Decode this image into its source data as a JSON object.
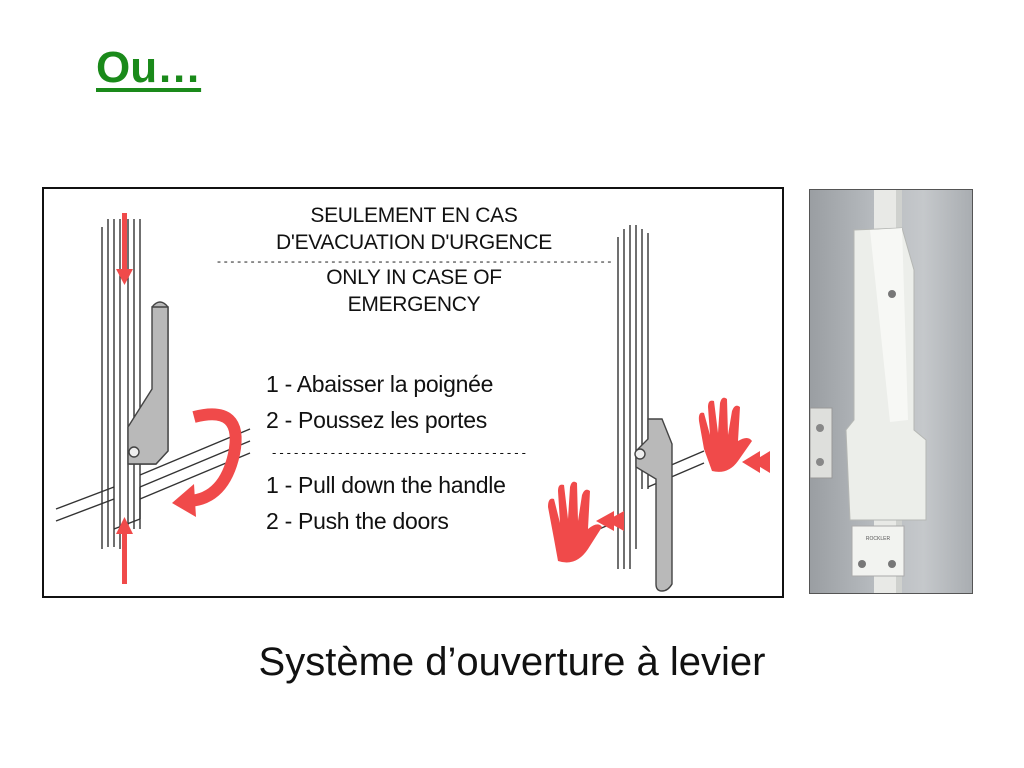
{
  "slide": {
    "title": "Ou…",
    "caption": "Système d’ouverture à levier"
  },
  "sign": {
    "fr_heading_line1": "SEULEMENT EN CAS",
    "fr_heading_line2": "D'EVACUATION D'URGENCE",
    "en_heading_line1": "ONLY IN CASE OF",
    "en_heading_line2": "EMERGENCY",
    "steps_fr": [
      "1 - Abaisser la poignée",
      "2 - Poussez les portes"
    ],
    "steps_en": [
      "1 - Pull down the handle",
      "2 - Push the doors"
    ]
  },
  "photo": {
    "plate_text": "ROCKLER"
  },
  "colors": {
    "title_green": "#1a8a1a",
    "arrow_red": "#f04a4a",
    "handle_gray": "#b9b9b9"
  }
}
